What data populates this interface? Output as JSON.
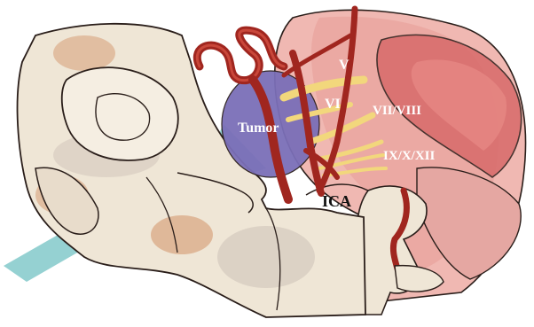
{
  "labels": {
    "tumor": "Tumor",
    "cn_v": "V",
    "cn_vi": "VI",
    "cn_vii_viii": "VII/VIII",
    "cn_ix_x_xii": "IX/X/XII",
    "ica": "ICA"
  },
  "colors": {
    "bone": "#efe6d6",
    "bone_shade": "#d9c9b4",
    "bone_stain": "#c8733f",
    "outline": "#2a1e1a",
    "artery": "#a0261f",
    "artery_light": "#c9473a",
    "tumor": "#7b6fb8",
    "nerve": "#f2d77c",
    "brainstem": "#e7a6a3",
    "muscle": "#d86a6a",
    "arrow": "#8fcfd0"
  }
}
